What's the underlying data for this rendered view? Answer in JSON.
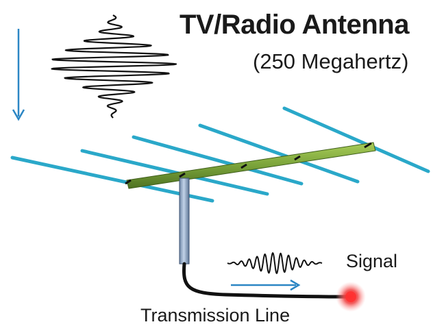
{
  "title": "TV/Radio Antenna",
  "subtitle": "(250 Megahertz)",
  "labels": {
    "signal": "Signal",
    "transmission_line": "Transmission Line"
  },
  "colors": {
    "elements": "#2aa8c9",
    "boom": "#7aa33a",
    "arrow": "#2b86c4",
    "mast": "#8fa8c8",
    "signal_glow": "#e8252a",
    "wave": "#111111"
  },
  "icons": {
    "incoming_arrow": "down-arrow-icon",
    "outgoing_arrow": "right-arrow-icon"
  }
}
